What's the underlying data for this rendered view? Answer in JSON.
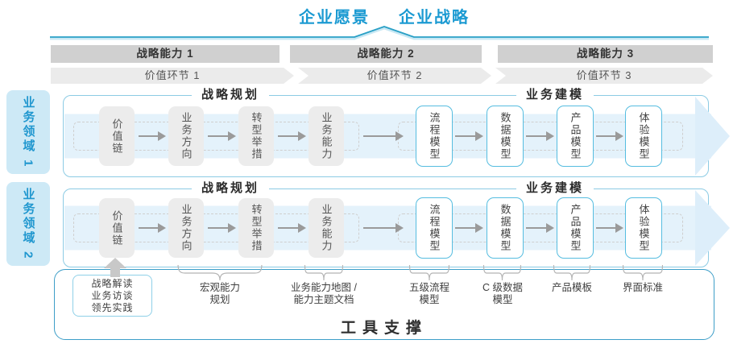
{
  "title": {
    "vision": "企业愿景",
    "strategy": "企业战略"
  },
  "strategy_bars": {
    "capabilities": [
      "战略能力 1",
      "战略能力 2",
      "战略能力 3"
    ],
    "value_links": [
      "价值环节 1",
      "价值环节 2",
      "价值环节 3"
    ]
  },
  "domains": [
    "业务领域 1",
    "业务领域 2"
  ],
  "rows": [
    {
      "planning_header": "战略规划",
      "modeling_header": "业务建模",
      "boxes": [
        "价值链",
        "业务方向",
        "转型举措",
        "业务能力",
        "流程模型",
        "数据模型",
        "产品模型",
        "体验模型"
      ]
    },
    {
      "planning_header": "战略规划",
      "modeling_header": "业务建模",
      "boxes": [
        "价值链",
        "业务方向",
        "转型举措",
        "业务能力",
        "流程模型",
        "数据模型",
        "产品模型",
        "体验模型"
      ]
    }
  ],
  "practice_box": {
    "lines": [
      "战略解读",
      "业务访谈",
      "领先实践"
    ]
  },
  "footer_notes": [
    {
      "lines": [
        "宏观能力",
        "规划"
      ]
    },
    {
      "lines": [
        "业务能力地图 /",
        "能力主题文档"
      ]
    },
    {
      "lines": [
        "五级流程",
        "模型"
      ]
    },
    {
      "lines": [
        "C 级数据",
        "模型"
      ]
    },
    {
      "lines": [
        "产品模板"
      ]
    },
    {
      "lines": [
        "界面标准"
      ]
    }
  ],
  "footer": {
    "label": "工具支撑"
  },
  "colors": {
    "title_blue": "#1b9ad2",
    "underline_teal": "#2aa0c6",
    "capability_bar_gray": "#d0d0d0",
    "chevron_gray": "#ebebeb",
    "domain_label_bg": "#cde9f6",
    "domain_label_text": "#2097cf",
    "row_border_blue": "#8ccbe4",
    "flow_band_blue": "#e4f2fb",
    "gray_box_bg": "#ececec",
    "blue_box_border": "#56bde0",
    "arrow_gray": "#9a9a9a",
    "tools_border_blue": "#3d9ec8"
  }
}
